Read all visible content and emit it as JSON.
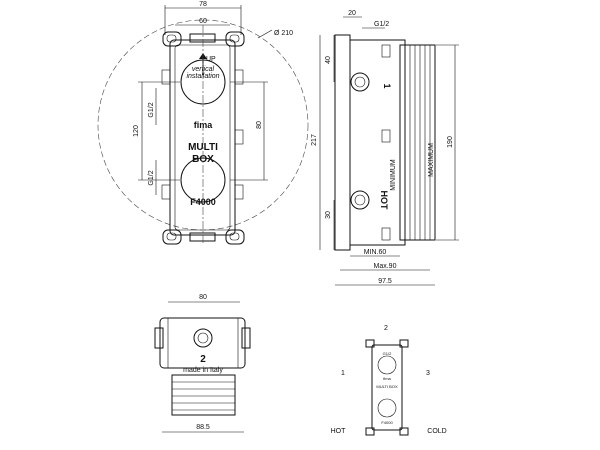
{
  "front_view": {
    "dims": {
      "overall_width": "78",
      "inner_width": "60",
      "diameter": "Ø 210",
      "thread_top": "G1/2",
      "thread_bottom": "G1/2",
      "port_spacing": "120",
      "center_offset": "80"
    },
    "labels": {
      "up": "UP",
      "vertical_installation": "vertical\ninstallation",
      "brand": "fima",
      "product_line1": "MULTI",
      "product_line2": "BOX",
      "model": "F4000"
    }
  },
  "side_view": {
    "dims": {
      "top_a": "20",
      "top_thread": "G1/2",
      "top_port_offset": "40",
      "height_217": "217",
      "height_190": "190",
      "bottom_port_offset": "30",
      "min_depth": "MIN.60",
      "max_depth": "Max.90",
      "overall_depth": "97.5"
    },
    "labels": {
      "port_1": "1",
      "hot": "HOT",
      "minimum": "MINIMUM",
      "maximum": "MAXIMUM"
    }
  },
  "bottom_view": {
    "dims": {
      "top_width": "80",
      "bottom_width": "88.5"
    },
    "labels": {
      "port_2": "2",
      "made_in_italy": "made in Italy"
    }
  },
  "small_view": {
    "labels": {
      "pos_2": "2",
      "pos_1": "1",
      "pos_3": "3",
      "hot": "HOT",
      "cold": "COLD",
      "thread": "G1/2",
      "brand": "fima",
      "product": "MULTI BOX",
      "model": "F4000"
    }
  }
}
